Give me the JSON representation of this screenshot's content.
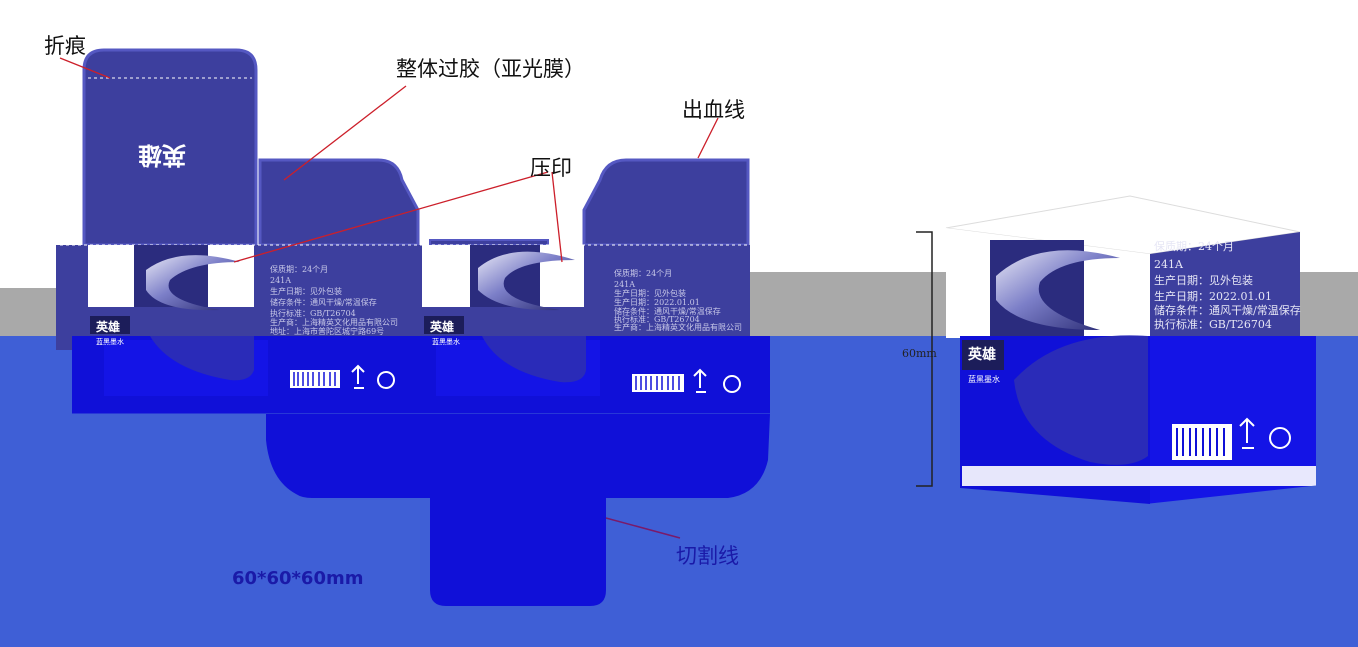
{
  "annotations": {
    "crease": "折痕",
    "lamination": "整体过胶（亚光膜）",
    "bleed_line": "出血线",
    "embossing": "压印",
    "cut_line": "切割线"
  },
  "box": {
    "size": "60*60*60mm",
    "dimension_mark": "60mm",
    "brand": "英雄",
    "product_name": "蓝黑墨水"
  },
  "panel_text": {
    "shelf_life": "保质期：24个月",
    "model": "241A",
    "production_date": "生产日期：见外包装",
    "storage": "储存条件：通风干燥/常温保存",
    "standard": "执行标准：GB/T26704",
    "manufacturer": "生产商：上海精英文化用品有限公司",
    "address": "地址：上海市普陀区城宁路69号",
    "side_date": "生产日期：2022.01.01"
  },
  "colors": {
    "box_blue": "#3d3f9e",
    "deep_blue": "#1010d8",
    "bg_blue": "#3f5fd6",
    "gray_band": "#a9a9a9",
    "leader_red": "#cc1f2a",
    "leader_purple": "#7a1a6a"
  }
}
